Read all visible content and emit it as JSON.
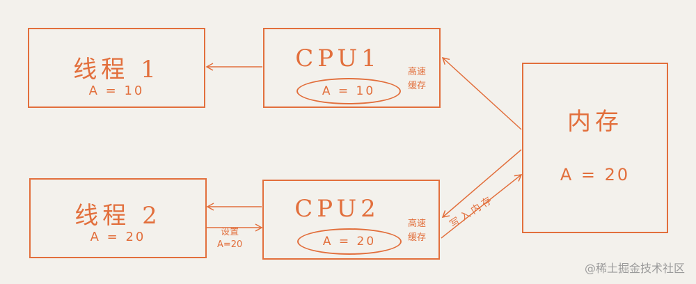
{
  "thread1": {
    "title": "线程 1",
    "value": "A = 10"
  },
  "thread2": {
    "title": "线程 2",
    "value": "A = 20"
  },
  "cpu1": {
    "title": "CPU1",
    "cache_value": "A = 10",
    "cache_label_line1": "高速",
    "cache_label_line2": "缓存"
  },
  "cpu2": {
    "title": "CPU2",
    "cache_value": "A = 20",
    "cache_label_line1": "高速",
    "cache_label_line2": "缓存"
  },
  "memory": {
    "title": "内存",
    "value": "A = 20"
  },
  "set_label": {
    "line1": "设置",
    "line2": "A=20"
  },
  "write_label": "写入内存",
  "watermark": "@稀土掘金技术社区",
  "colors": {
    "stroke": "#e26f3c",
    "background": "#f3f1ec"
  }
}
